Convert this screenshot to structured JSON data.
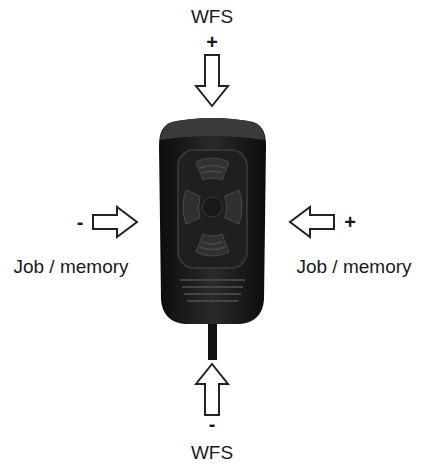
{
  "diagram": {
    "labels": [
      "WFS",
      "+",
      "-",
      "+",
      "Job / memory",
      "Job / memory",
      "-",
      "WFS"
    ]
  }
}
